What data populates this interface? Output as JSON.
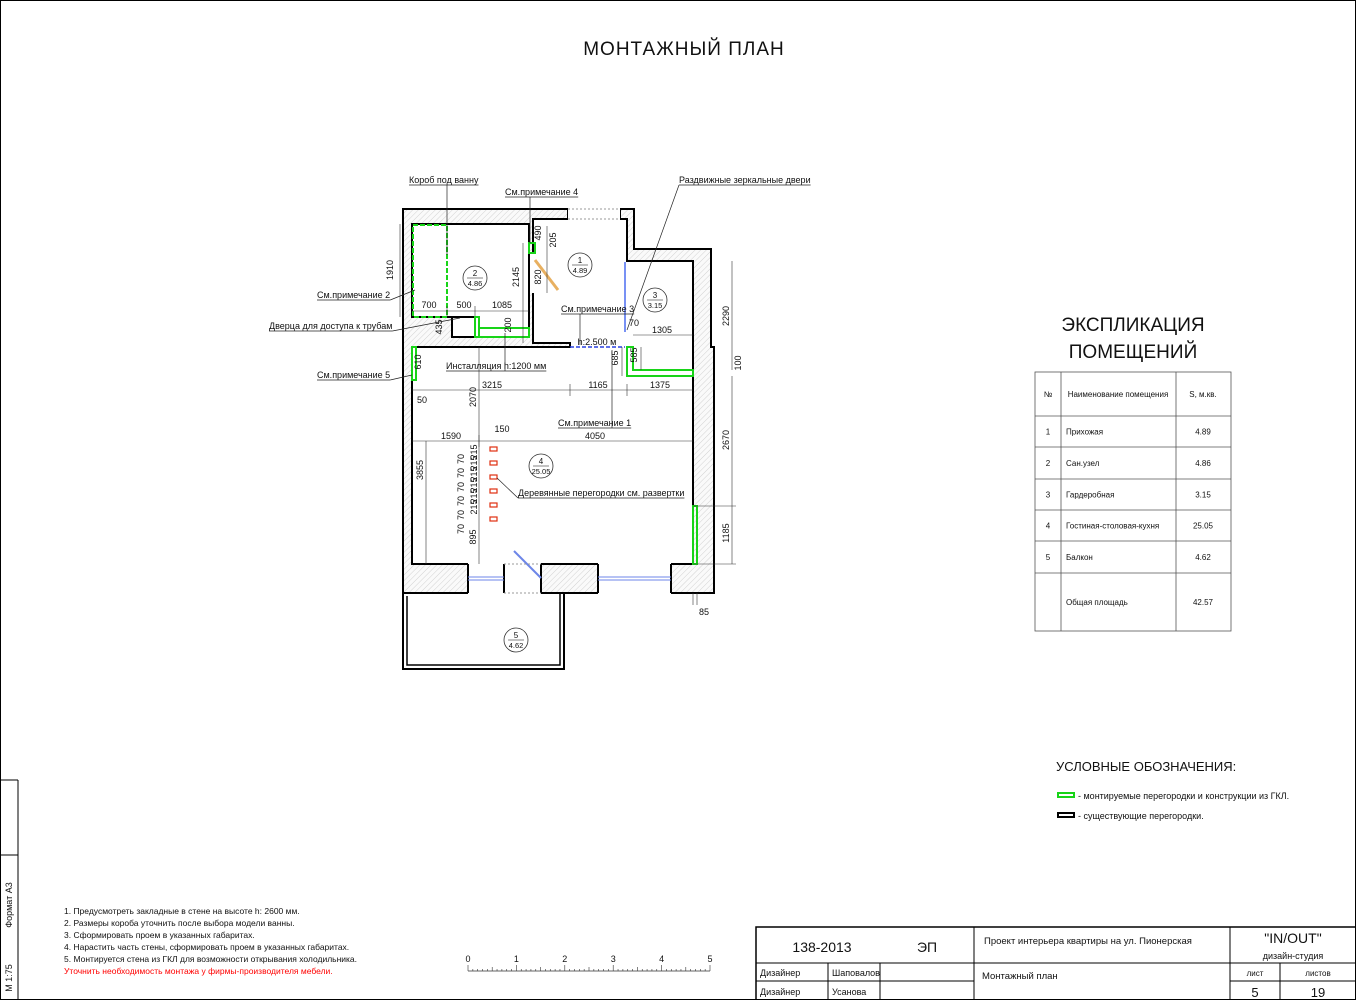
{
  "title": "МОНТАЖНЫЙ ПЛАН",
  "frame": {
    "format": "Формат А3",
    "scale": "М 1:75"
  },
  "colors": {
    "gkl_partition": "#18d418",
    "existing_partition": "#000000",
    "mirror_door": "#4a6cf0",
    "wood_partition": "#e03010",
    "door_leaf": "#e8b060",
    "warning_text": "#ff0000"
  },
  "plan": {
    "rooms": [
      {
        "number": "1",
        "area": "4.89"
      },
      {
        "number": "2",
        "area": "4.86"
      },
      {
        "number": "3",
        "area": "3.15"
      },
      {
        "number": "4",
        "area": "25.05"
      },
      {
        "number": "5",
        "area": "4.62"
      }
    ],
    "dimensions": [
      "700",
      "500",
      "1085",
      "70",
      "1305",
      "3215",
      "1165",
      "1375",
      "50",
      "150",
      "1590",
      "4050",
      "85",
      "h:2.500 м",
      "1910",
      "490",
      "205",
      "2145",
      "820",
      "435",
      "200",
      "610",
      "685",
      "585",
      "2290",
      "100",
      "2070",
      "2670",
      "3855",
      "1185",
      "895"
    ],
    "partition_gaps": [
      "70",
      "70",
      "70",
      "70",
      "70",
      "70"
    ],
    "partition_spacing": [
      "215",
      "215",
      "215",
      "215",
      "215",
      "215"
    ],
    "annotations": [
      "Короб под ванну",
      "См.примечание 4",
      "Раздвижные зеркальные двери",
      "См.примечание 2",
      "Дверца для доступа к трубам",
      "См.примечание 3",
      "Инсталляция h:1200 мм",
      "См.примечание 5",
      "См.примечание 1",
      "Деревянные перегородки см. развертки"
    ]
  },
  "explication": {
    "title_line1": "ЭКСПЛИКАЦИЯ",
    "title_line2": "ПОМЕЩЕНИЙ",
    "headers": [
      "№",
      "Наименование помещения",
      "S, м.кв."
    ],
    "rows": [
      {
        "no": "1",
        "name": "Прихожая",
        "area": "4.89"
      },
      {
        "no": "2",
        "name": "Сан.узел",
        "area": "4.86"
      },
      {
        "no": "3",
        "name": "Гардеробная",
        "area": "3.15"
      },
      {
        "no": "4",
        "name": "Гостиная-столовая-кухня",
        "area": "25.05"
      },
      {
        "no": "5",
        "name": "Балкон",
        "area": "4.62"
      }
    ],
    "total": {
      "name": "Общая площадь",
      "area": "42.57"
    }
  },
  "legend": {
    "title": "УСЛОВНЫЕ ОБОЗНАЧЕНИЯ:",
    "items": [
      {
        "label": "- монтируемые перегородки и конструкции из ГКЛ."
      },
      {
        "label": "- существующие перегородки."
      }
    ]
  },
  "notes": [
    "1. Предусмотреть закладные в стене на высоте h: 2600 мм.",
    "2. Размеры короба уточнить после выбора модели ванны.",
    "3. Сформировать проем в указанных габаритах.",
    "4. Нарастить часть стены, сформировать проем в указанных габаритах.",
    "5. Монтируется стена из ГКЛ для возможности открывания холодильника."
  ],
  "note_warning": "Уточнить необходимость монтажа у фирмы-производителя мебели.",
  "scale_bar": {
    "labels": [
      "0",
      "1",
      "2",
      "3",
      "4",
      "5"
    ]
  },
  "title_block": {
    "project_code": "138-2013",
    "stage": "ЭП",
    "project_name": "Проект интерьера квартиры на ул. Пионерская",
    "studio": "\"IN/OUT\"",
    "studio_sub": "дизайн-студия",
    "sheet_title": "Монтажный план",
    "role1": "Дизайнер",
    "name1": "Шаповалов",
    "role2": "Дизайнер",
    "name2": "Усанова",
    "sheet_label": "лист",
    "sheets_label": "листов",
    "sheet": "5",
    "sheets": "19"
  }
}
